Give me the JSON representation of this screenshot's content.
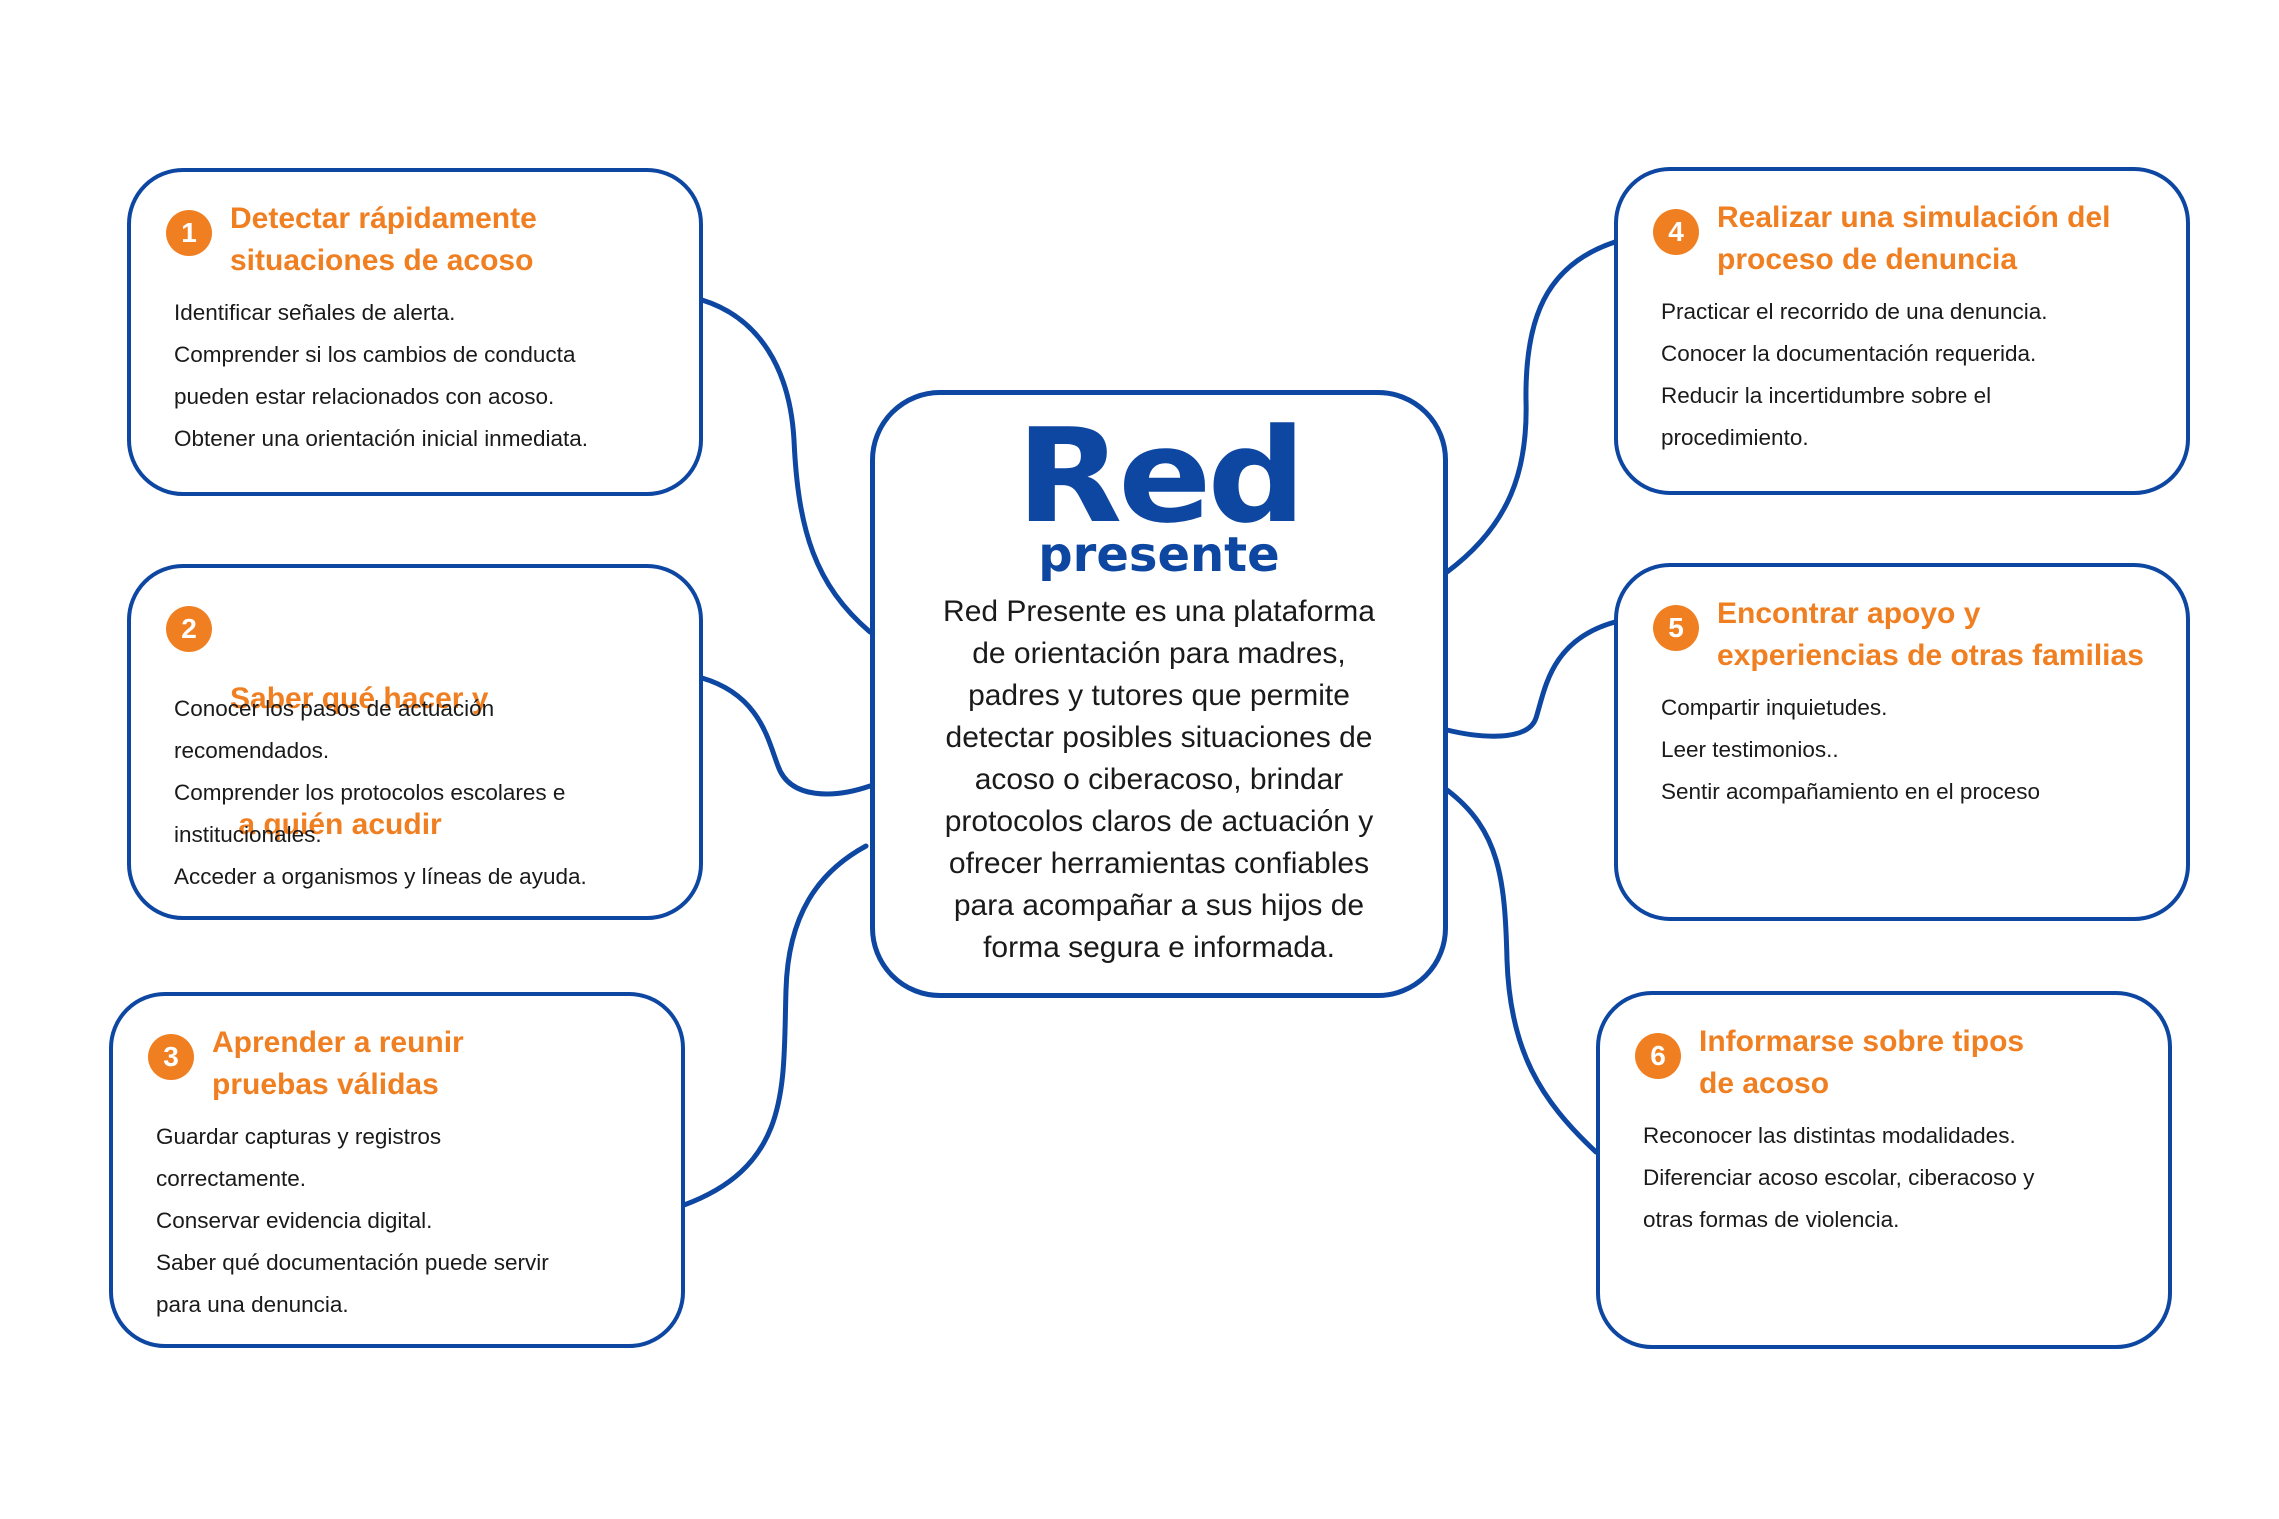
{
  "colors": {
    "primary_blue": "#0d47a1",
    "accent_orange": "#f07f22",
    "text_dark": "#1a1a1a"
  },
  "center": {
    "logo_main": "Red",
    "logo_sub": "presente",
    "description_lines": [
      "Red Presente es una plataforma",
      "de orientación para madres,",
      "padres y tutores que permite",
      "detectar posibles situaciones de",
      "acoso o ciberacoso, brindar",
      "protocolos claros de actuación y",
      "ofrecer herramientas confiables",
      "para acompañar a sus hijos de",
      "forma segura e informada."
    ]
  },
  "cards": [
    {
      "number": "1",
      "title_lines": [
        "Detectar rápidamente",
        "situaciones de acoso"
      ],
      "item_lines": [
        "Identificar señales de alerta.",
        "Comprender si los cambios de conducta",
        "pueden estar relacionados con acoso.",
        "Obtener una orientación inicial inmediata."
      ]
    },
    {
      "number": "2",
      "title_lines": [
        "Saber qué hacer y",
        " a quién acudir"
      ],
      "item_lines": [
        "Conocer los pasos de actuación",
        "recomendados.",
        "Comprender los protocolos escolares e",
        "institucionales.",
        "Acceder a organismos y líneas de ayuda."
      ]
    },
    {
      "number": "3",
      "title_lines": [
        "Aprender a reunir",
        "pruebas válidas"
      ],
      "item_lines": [
        "Guardar capturas y registros",
        "correctamente.",
        "Conservar evidencia digital.",
        "Saber qué documentación puede servir",
        "para una denuncia."
      ]
    },
    {
      "number": "4",
      "title_lines": [
        "Realizar una simulación del",
        "proceso de denuncia"
      ],
      "item_lines": [
        "Practicar el recorrido de una denuncia.",
        "Conocer la documentación requerida.",
        "Reducir la incertidumbre sobre el",
        "procedimiento."
      ]
    },
    {
      "number": "5",
      "title_lines": [
        "Encontrar apoyo y",
        "experiencias de otras familias"
      ],
      "item_lines": [
        "Compartir inquietudes.",
        "Leer testimonios..",
        "Sentir acompañamiento en el proceso"
      ]
    },
    {
      "number": "6",
      "title_lines": [
        "Informarse sobre tipos",
        "de acoso"
      ],
      "item_lines": [
        "Reconocer las distintas modalidades.",
        "Diferenciar acoso escolar, ciberacoso y",
        "otras formas de violencia."
      ]
    }
  ]
}
